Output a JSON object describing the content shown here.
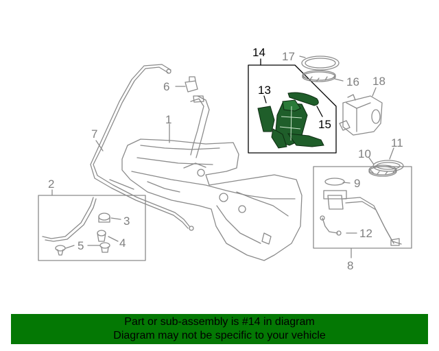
{
  "diagram": {
    "callouts": {
      "c1": "1",
      "c2": "2",
      "c3": "3",
      "c4": "4",
      "c5": "5",
      "c6": "6",
      "c7": "7",
      "c8": "8",
      "c9": "9",
      "c10": "10",
      "c11": "11",
      "c12": "12",
      "c13": "13",
      "c14": "14",
      "c15": "15",
      "c16": "16",
      "c17": "17",
      "c18": "18"
    },
    "highlight_part": "14"
  },
  "colors": {
    "line_gray": "#8a8a8a",
    "callout_gray": "#7f7f7f",
    "highlight_green": "#1f5e2a",
    "banner_green": "#047804"
  },
  "banner": {
    "line1": "Part or sub-assembly is #14 in diagram",
    "line2": "Diagram may not be specific to your vehicle"
  }
}
